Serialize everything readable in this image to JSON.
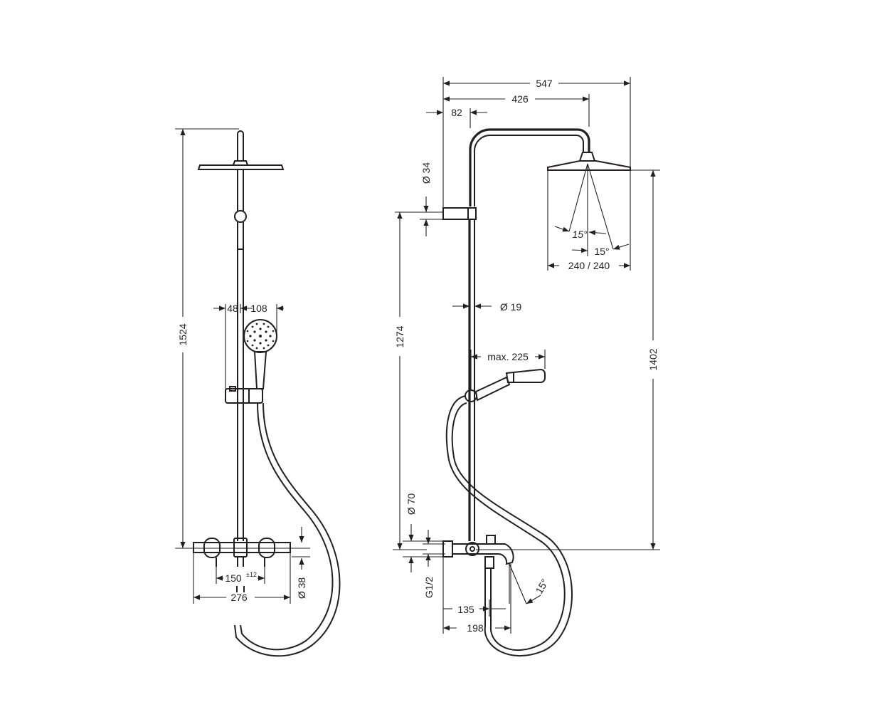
{
  "colors": {
    "line": "#231f20",
    "background": "#ffffff"
  },
  "front_view": {
    "height_total": "1524",
    "holder_offset": "48",
    "handshower_width": "108",
    "centres": "150",
    "centres_tolerance": "±12",
    "mixer_width": "276",
    "outlet_diameter": "Ø 38"
  },
  "side_view": {
    "projection_total": "547",
    "arm_projection": "426",
    "wall_offset": "82",
    "tube_upper_diameter": "Ø 34",
    "tube_lower_diameter": "Ø 19",
    "holder_height": "1274",
    "handshower_reach": "max. 225",
    "head_angle_a": "15°",
    "head_angle_b": "15°",
    "head_size": "240 / 240",
    "head_height": "1402",
    "escutcheon_diameter": "Ø 70",
    "connection_thread": "G1/2",
    "spout_projection_short": "135",
    "spout_projection_long": "198",
    "spout_angle": "15°"
  }
}
